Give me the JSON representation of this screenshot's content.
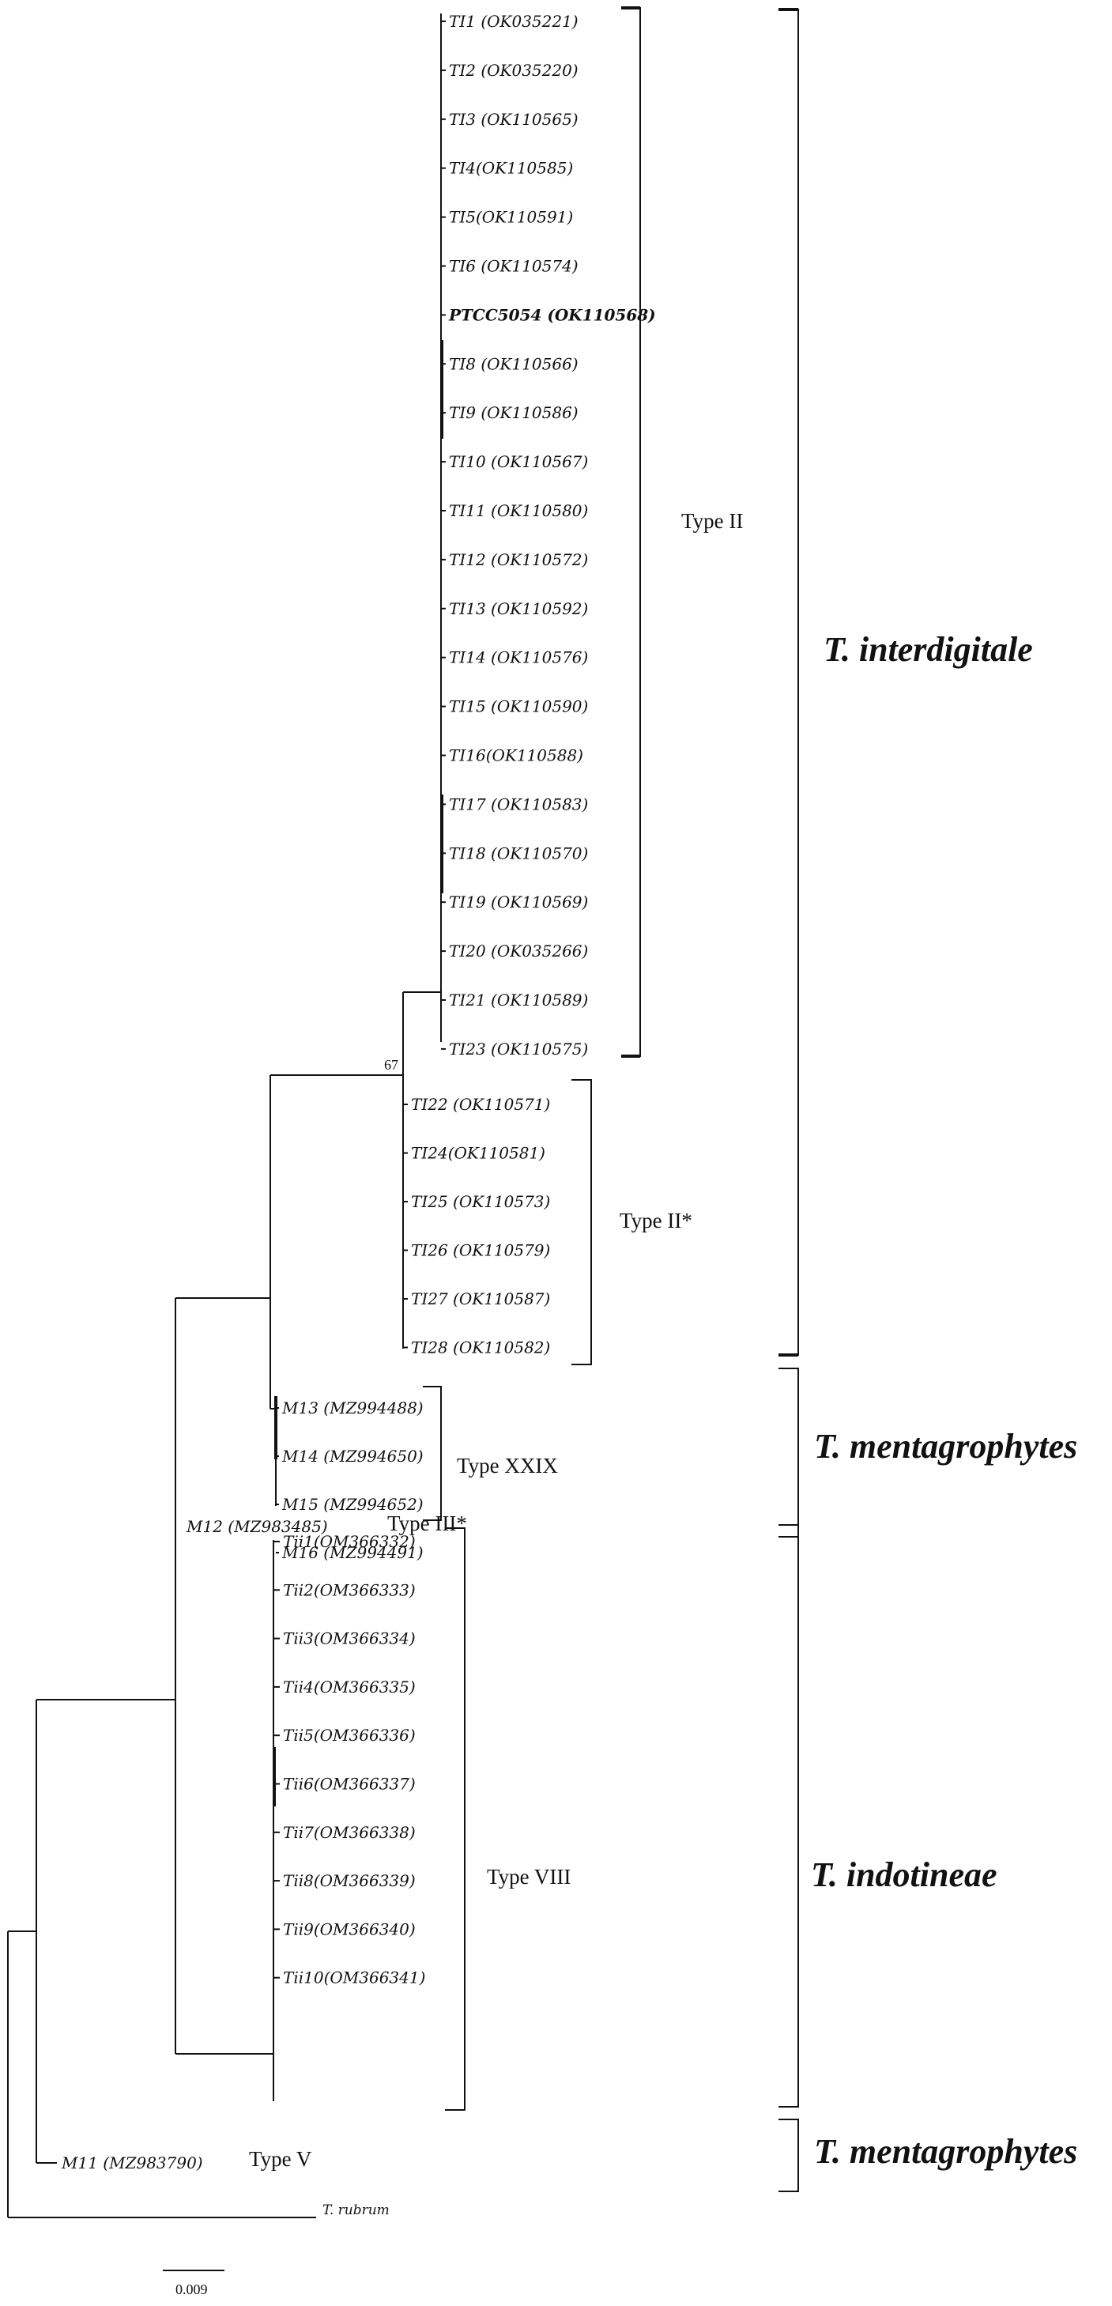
{
  "clades": {
    "type_ii": {
      "label": "Type II",
      "leaves": [
        "TI1 (OK035221)",
        "TI2 (OK035220)",
        "TI3 (OK110565)",
        "TI4(OK110585)",
        "TI5(OK110591)",
        "TI6 (OK110574)",
        "PTCC5054 (OK110568)",
        "TI8 (OK110566)",
        "TI9 (OK110586)",
        "TI10 (OK110567)",
        "TI11 (OK110580)",
        "TI12 (OK110572)",
        "TI13 (OK110592)",
        "TI14 (OK110576)",
        "TI15 (OK110590)",
        "TI16(OK110588)",
        "TI17 (OK110583)",
        "TI18 (OK110570)",
        "TI19 (OK110569)",
        "TI20 (OK035266)",
        "TI21 (OK110589)",
        "TI23 (OK110575)"
      ]
    },
    "type_ii_star": {
      "label": "Type II*",
      "leaves": [
        "TI22 (OK110571)",
        "TI24(OK110581)",
        "TI25 (OK110573)",
        "TI26 (OK110579)",
        "TI27 (OK110587)",
        "TI28 (OK110582)"
      ]
    },
    "type_xxix": {
      "label": "Type XXIX",
      "leaves": [
        "M13 (MZ994488)",
        "M14 (MZ994650)",
        "M15 (MZ994652)",
        "M16 (MZ994491)"
      ]
    },
    "type_iii_star": {
      "label": "Type III*",
      "leaf": "M12 (MZ983485)"
    },
    "type_viii": {
      "label": "Type VIII",
      "leaves": [
        "Tii1(OM366332)",
        "Tii2(OM366333)",
        "Tii3(OM366334)",
        "Tii4(OM366335)",
        "Tii5(OM366336)",
        "Tii6(OM366337)",
        "Tii7(OM366338)",
        "Tii8(OM366339)",
        "Tii9(OM366340)",
        "Tii10(OM366341)"
      ]
    },
    "type_v": {
      "label": "Type V",
      "leaf": "M11 (MZ983790)"
    },
    "outgroup": {
      "leaf": "T. rubrum"
    }
  },
  "species": {
    "interdigitale": "T. interdigitale",
    "mentagrophytes_top": "T. mentagrophytes",
    "indotineae": "T. indotineae",
    "mentagrophytes_bottom": "T. mentagrophytes"
  },
  "bootstrap": "67",
  "scale_bar": "0.009"
}
